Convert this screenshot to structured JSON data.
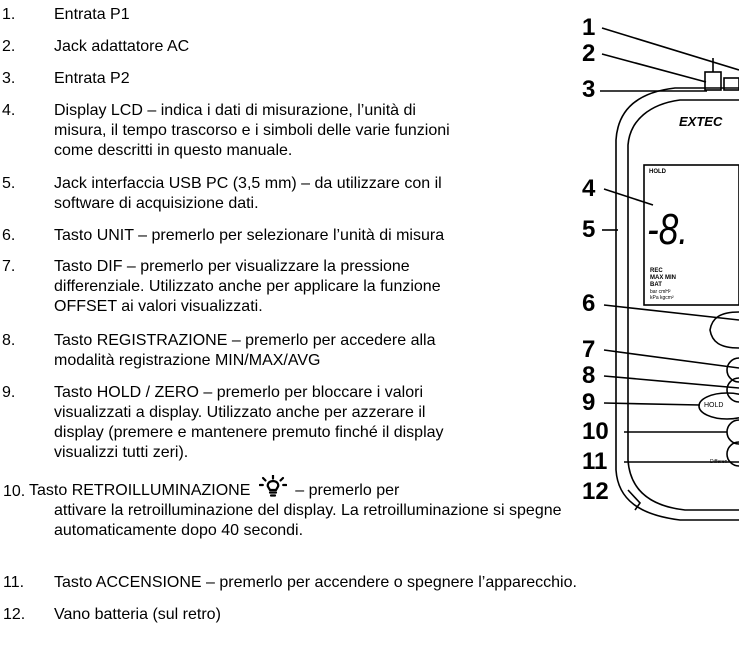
{
  "items": [
    {
      "num": "1.",
      "lines": [
        "Entrata P1"
      ]
    },
    {
      "num": "2.",
      "lines": [
        "Jack adattatore AC"
      ]
    },
    {
      "num": "3.",
      "lines": [
        "Entrata P2"
      ]
    },
    {
      "num": "4.",
      "lines": [
        "Display LCD – indica i dati di misurazione, l’unità di",
        "misura, il tempo trascorso e i simboli delle varie funzioni",
        "come descritti in questo manuale."
      ]
    },
    {
      "num": "5.",
      "lines": [
        "Jack interfaccia USB PC (3,5 mm) – da utilizzare con il",
        "software di acquisizione dati."
      ]
    },
    {
      "num": "6.",
      "lines": [
        "Tasto UNIT – premerlo per selezionare l’unità di misura"
      ]
    },
    {
      "num": "7.",
      "lines": [
        "Tasto DIF – premerlo per visualizzare la pressione",
        "differenziale. Utilizzato anche per applicare la funzione",
        "OFFSET ai valori visualizzati."
      ]
    },
    {
      "num": "8.",
      "lines": [
        "Tasto REGISTRAZIONE – premerlo per accedere alla",
        "modalità registrazione MIN/MAX/AVG"
      ]
    },
    {
      "num": "9.",
      "lines": [
        "Tasto HOLD / ZERO – premerlo per bloccare i valori",
        "visualizzati a display. Utilizzato anche per azzerare il",
        "display (premere e mantenere premuto finché il display",
        "visualizzi tutti zeri)."
      ]
    },
    {
      "num": "10.",
      "lines": [
        "Tasto RETROILLUMINAZIONE",
        "– premerlo per",
        "attivare la retroilluminazione del display. La retroilluminazione si spegne",
        "automaticamente dopo 40 secondi."
      ]
    },
    {
      "num": "11.",
      "lines": [
        "Tasto ACCENSIONE – premerlo per accendere o spegnere l’apparecchio."
      ]
    },
    {
      "num": "12.",
      "lines": [
        "Vano batteria (sul retro)"
      ]
    }
  ],
  "diagram": {
    "callouts": [
      "1",
      "2",
      "3",
      "4",
      "5",
      "6",
      "7",
      "8",
      "9",
      "10",
      "11",
      "12"
    ],
    "brand_text": "EXTEC",
    "lcd_labels": {
      "hold": "HOLD",
      "digit": "-8.",
      "rec": "REC",
      "maxmin": "MAX MIN",
      "bat": "BAT",
      "units1": "bar cmH²",
      "units2": "kPa kgcm²"
    },
    "button_hold": "HOLD",
    "bottom_text": "Differen"
  }
}
